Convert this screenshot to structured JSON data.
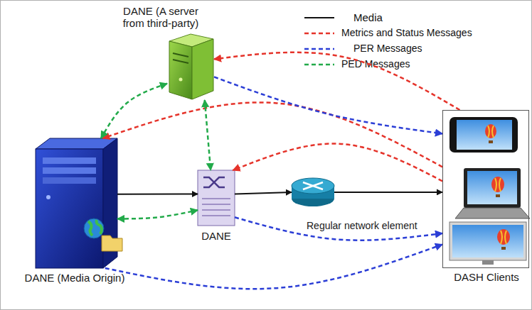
{
  "diagram": {
    "nodes": [
      {
        "text": [
          "DANE (A server from third-party)"
        ]
      },
      {
        "text": [
          "DANE (Media Origin)"
        ]
      },
      {
        "text": [
          "DANE"
        ]
      },
      {
        "text": [
          "Regular network element"
        ]
      },
      {
        "text": [
          "DASH Clients"
        ]
      }
    ],
    "edges": [
      {
        "from": 1,
        "to": 2,
        "arrow": "to"
      },
      {
        "from": 2,
        "to": 3,
        "arrow": "to"
      },
      {
        "from": 3,
        "to": 4,
        "arrow": "to"
      },
      {
        "from": 4,
        "to": 0,
        "arrow": "to"
      },
      {
        "from": 4,
        "to": 1,
        "arrow": "to"
      },
      {
        "from": 4,
        "to": 2,
        "arrow": "to"
      },
      {
        "from": 0,
        "to": 4,
        "arrow": "to"
      },
      {
        "from": 2,
        "to": 4,
        "arrow": "to"
      },
      {
        "from": 1,
        "to": 4,
        "arrow": "to"
      },
      {
        "from": 0,
        "to": 1,
        "arrow": "both"
      },
      {
        "from": 0,
        "to": 2,
        "arrow": "both"
      },
      {
        "from": 1,
        "to": 2,
        "arrow": "both"
      }
    ],
    "legend": [
      {
        "text": "Media"
      },
      {
        "text": "Metrics and Status Messages"
      },
      {
        "text": "PER Messages"
      },
      {
        "text": "PED Messages"
      }
    ]
  }
}
